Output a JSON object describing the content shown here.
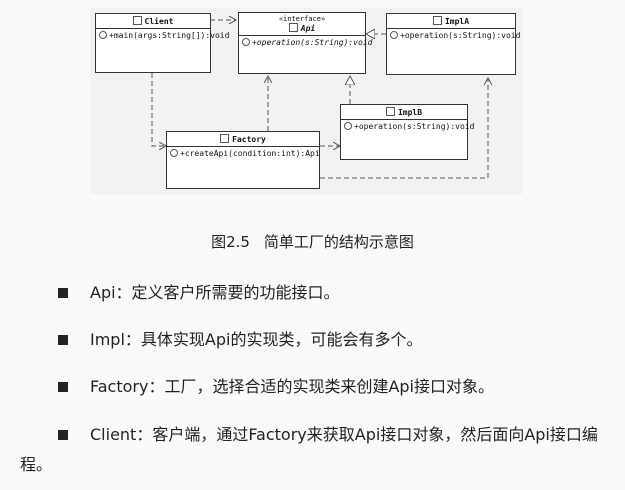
{
  "figure": {
    "client": {
      "name": "Client",
      "method": "+main(args:String[]):void"
    },
    "api": {
      "stereotype": "«interface»",
      "name": "Api",
      "method": "+operation(s:String):void"
    },
    "impla": {
      "name": "ImplA",
      "method": "+operation(s:String):void"
    },
    "implb": {
      "name": "ImplB",
      "method": "+operation(s:String):void"
    },
    "factory": {
      "name": "Factory",
      "method": "+createApi(condition:int):Api"
    }
  },
  "caption": {
    "number": "图2.5",
    "title": "简单工厂的结构示意图"
  },
  "items": [
    {
      "text": "Api：定义客户所需要的功能接口。"
    },
    {
      "text": "Impl：具体实现Api的实现类，可能会有多个。"
    },
    {
      "text": "Factory：工厂，选择合适的实现类来创建Api接口对象。"
    },
    {
      "text": "Client：客户端，通过Factory来获取Api接口对象，然后面向Api接口编程。"
    }
  ]
}
